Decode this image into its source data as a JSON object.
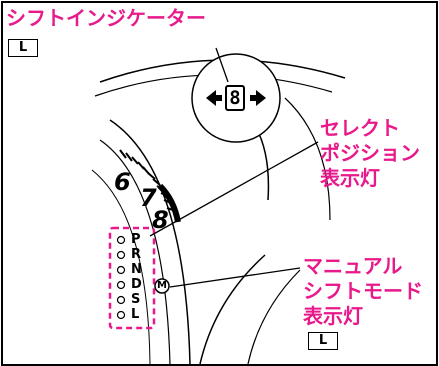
{
  "colors": {
    "callout_text": "#e8198b",
    "dashed_box": "#e8198b",
    "line": "#000000",
    "background": "#ffffff"
  },
  "callouts": {
    "shift_indicator": "シフトインジケーター",
    "select_position_line1": "セレクト",
    "select_position_line2": "ポジション",
    "select_position_line3": "表示灯",
    "manual_mode_line1": "マニュアル",
    "manual_mode_line2": "シフトモード",
    "manual_mode_line3": "表示灯"
  },
  "badges": {
    "top_left": "L",
    "bottom_right": "L"
  },
  "indicator": {
    "digit": "8",
    "arrow_left": "◀",
    "arrow_right": "▶"
  },
  "gauge": {
    "numbers": [
      "6",
      "7",
      "8"
    ]
  },
  "gear_positions": [
    "P",
    "R",
    "N",
    "D",
    "S",
    "L"
  ],
  "manual_mark": "M"
}
